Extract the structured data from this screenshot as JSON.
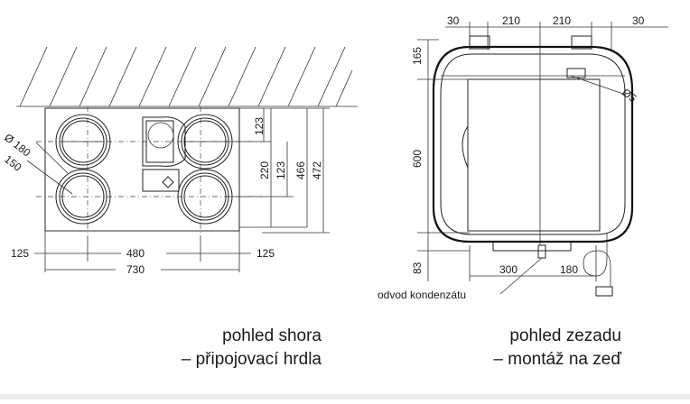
{
  "top_view": {
    "labels": {
      "diameter_outer": "Ø 180",
      "diameter_inner": "150",
      "vert_123_a": "123",
      "vert_220": "220",
      "vert_123_b": "123",
      "vert_466": "466",
      "vert_472": "472",
      "horiz_125_left": "125",
      "horiz_480": "480",
      "horiz_125_right": "125",
      "horiz_730": "730"
    },
    "caption_line1": "pohled shora",
    "caption_line2": "– připojovací hrdla"
  },
  "rear_view": {
    "labels": {
      "top_30_left": "30",
      "top_210_left": "210",
      "top_210_right": "210",
      "top_30_right": "30",
      "vert_165": "165",
      "vert_600": "600",
      "vert_83": "83",
      "diameter_5": "Ø5",
      "bottom_300": "300",
      "bottom_180": "180",
      "condensate": "odvod kondenzátu"
    },
    "caption_line1": "pohled zezadu",
    "caption_line2": "– montáž na zeď"
  },
  "colors": {
    "line": "#222222",
    "footer_band": "#ececec"
  }
}
